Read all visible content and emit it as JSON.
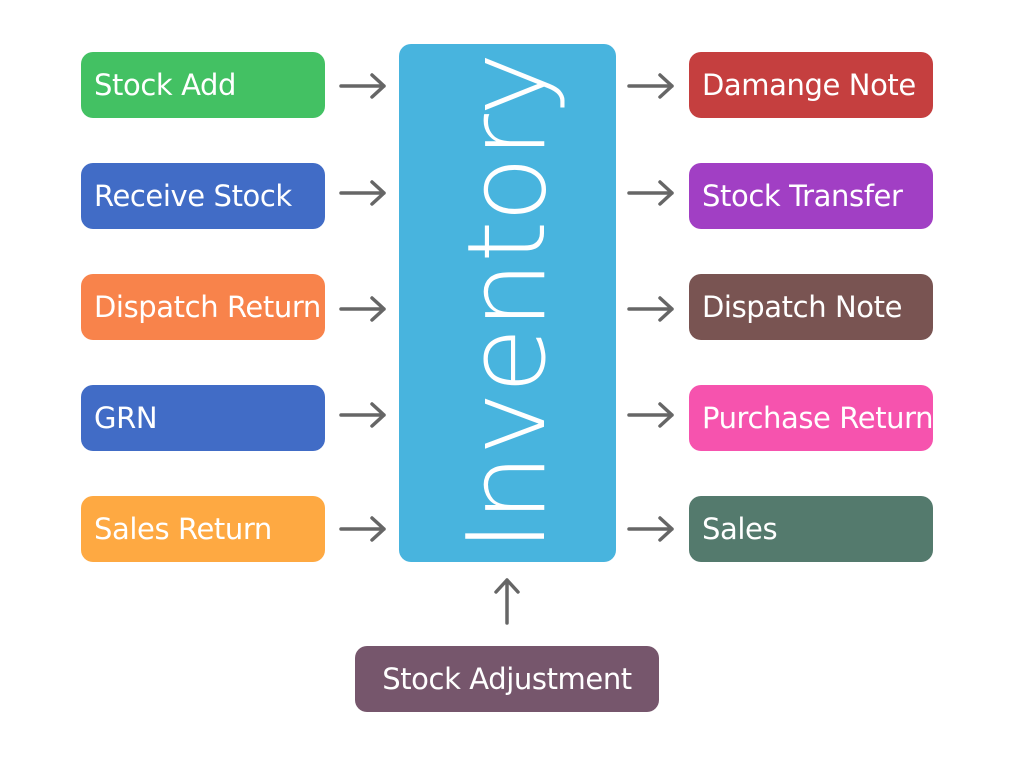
{
  "hub": {
    "label": "Inventory",
    "color": "#48b4de"
  },
  "inputs": [
    {
      "label": "Stock Add",
      "color": "#43c163"
    },
    {
      "label": "Receive Stock",
      "color": "#416cc6"
    },
    {
      "label": "Dispatch Return",
      "color": "#f8834b"
    },
    {
      "label": "GRN",
      "color": "#416cc6"
    },
    {
      "label": "Sales Return",
      "color": "#fea942"
    }
  ],
  "outputs": [
    {
      "label": "Damange Note",
      "color": "#c53f3f"
    },
    {
      "label": "Stock Transfer",
      "color": "#a13fc4"
    },
    {
      "label": "Dispatch Note",
      "color": "#795452"
    },
    {
      "label": "Purchase Return",
      "color": "#f653ae"
    },
    {
      "label": "Sales",
      "color": "#547a6d"
    }
  ],
  "adjustment": {
    "label": "Stock Adjustment",
    "color": "#76566c"
  },
  "arrow_color": "#666666"
}
